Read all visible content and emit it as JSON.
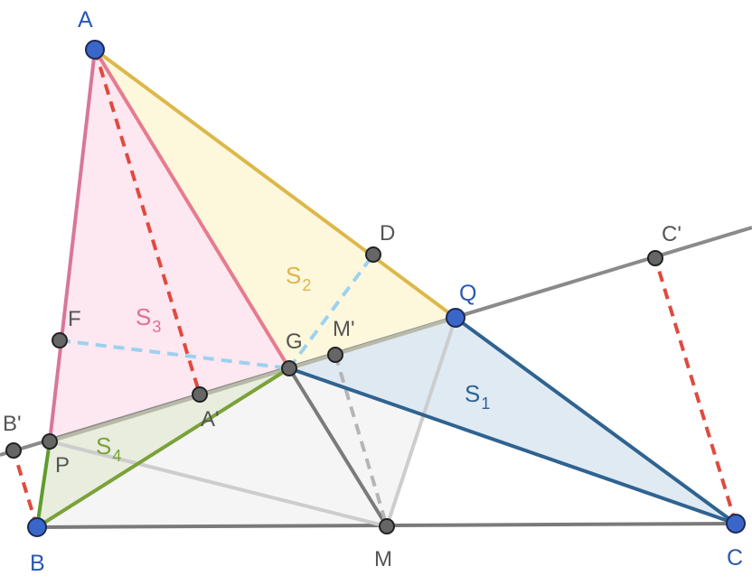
{
  "points": {
    "A": "A",
    "B": "B",
    "C": "C",
    "D": "D",
    "F": "F",
    "G": "G",
    "M": "M",
    "P": "P",
    "Q": "Q",
    "A_prime": "A'",
    "B_prime": "B'",
    "C_prime": "C'",
    "M_prime": "M'"
  },
  "areas": {
    "S1": {
      "letter": "S",
      "sub": "1"
    },
    "S2": {
      "letter": "S",
      "sub": "2"
    },
    "S3": {
      "letter": "S",
      "sub": "3"
    },
    "S4": {
      "letter": "S",
      "sub": "4"
    }
  },
  "colors": {
    "region_blue": "#dbe6f1",
    "edge_blue": "#2f6390",
    "region_yellow": "#fdf6d8",
    "edge_yellow": "#dcb84a",
    "region_pink": "#fde4ee",
    "edge_pink": "#df6f8c",
    "region_green": "#e7ecdb",
    "edge_green": "#7aa23a",
    "region_gray": "#f3f3f3",
    "dashed_red": "#e04a3f",
    "dashed_lightblue": "#9cd1f0",
    "line_gray": "#777777",
    "vertex_blue": "#3b66c9"
  }
}
